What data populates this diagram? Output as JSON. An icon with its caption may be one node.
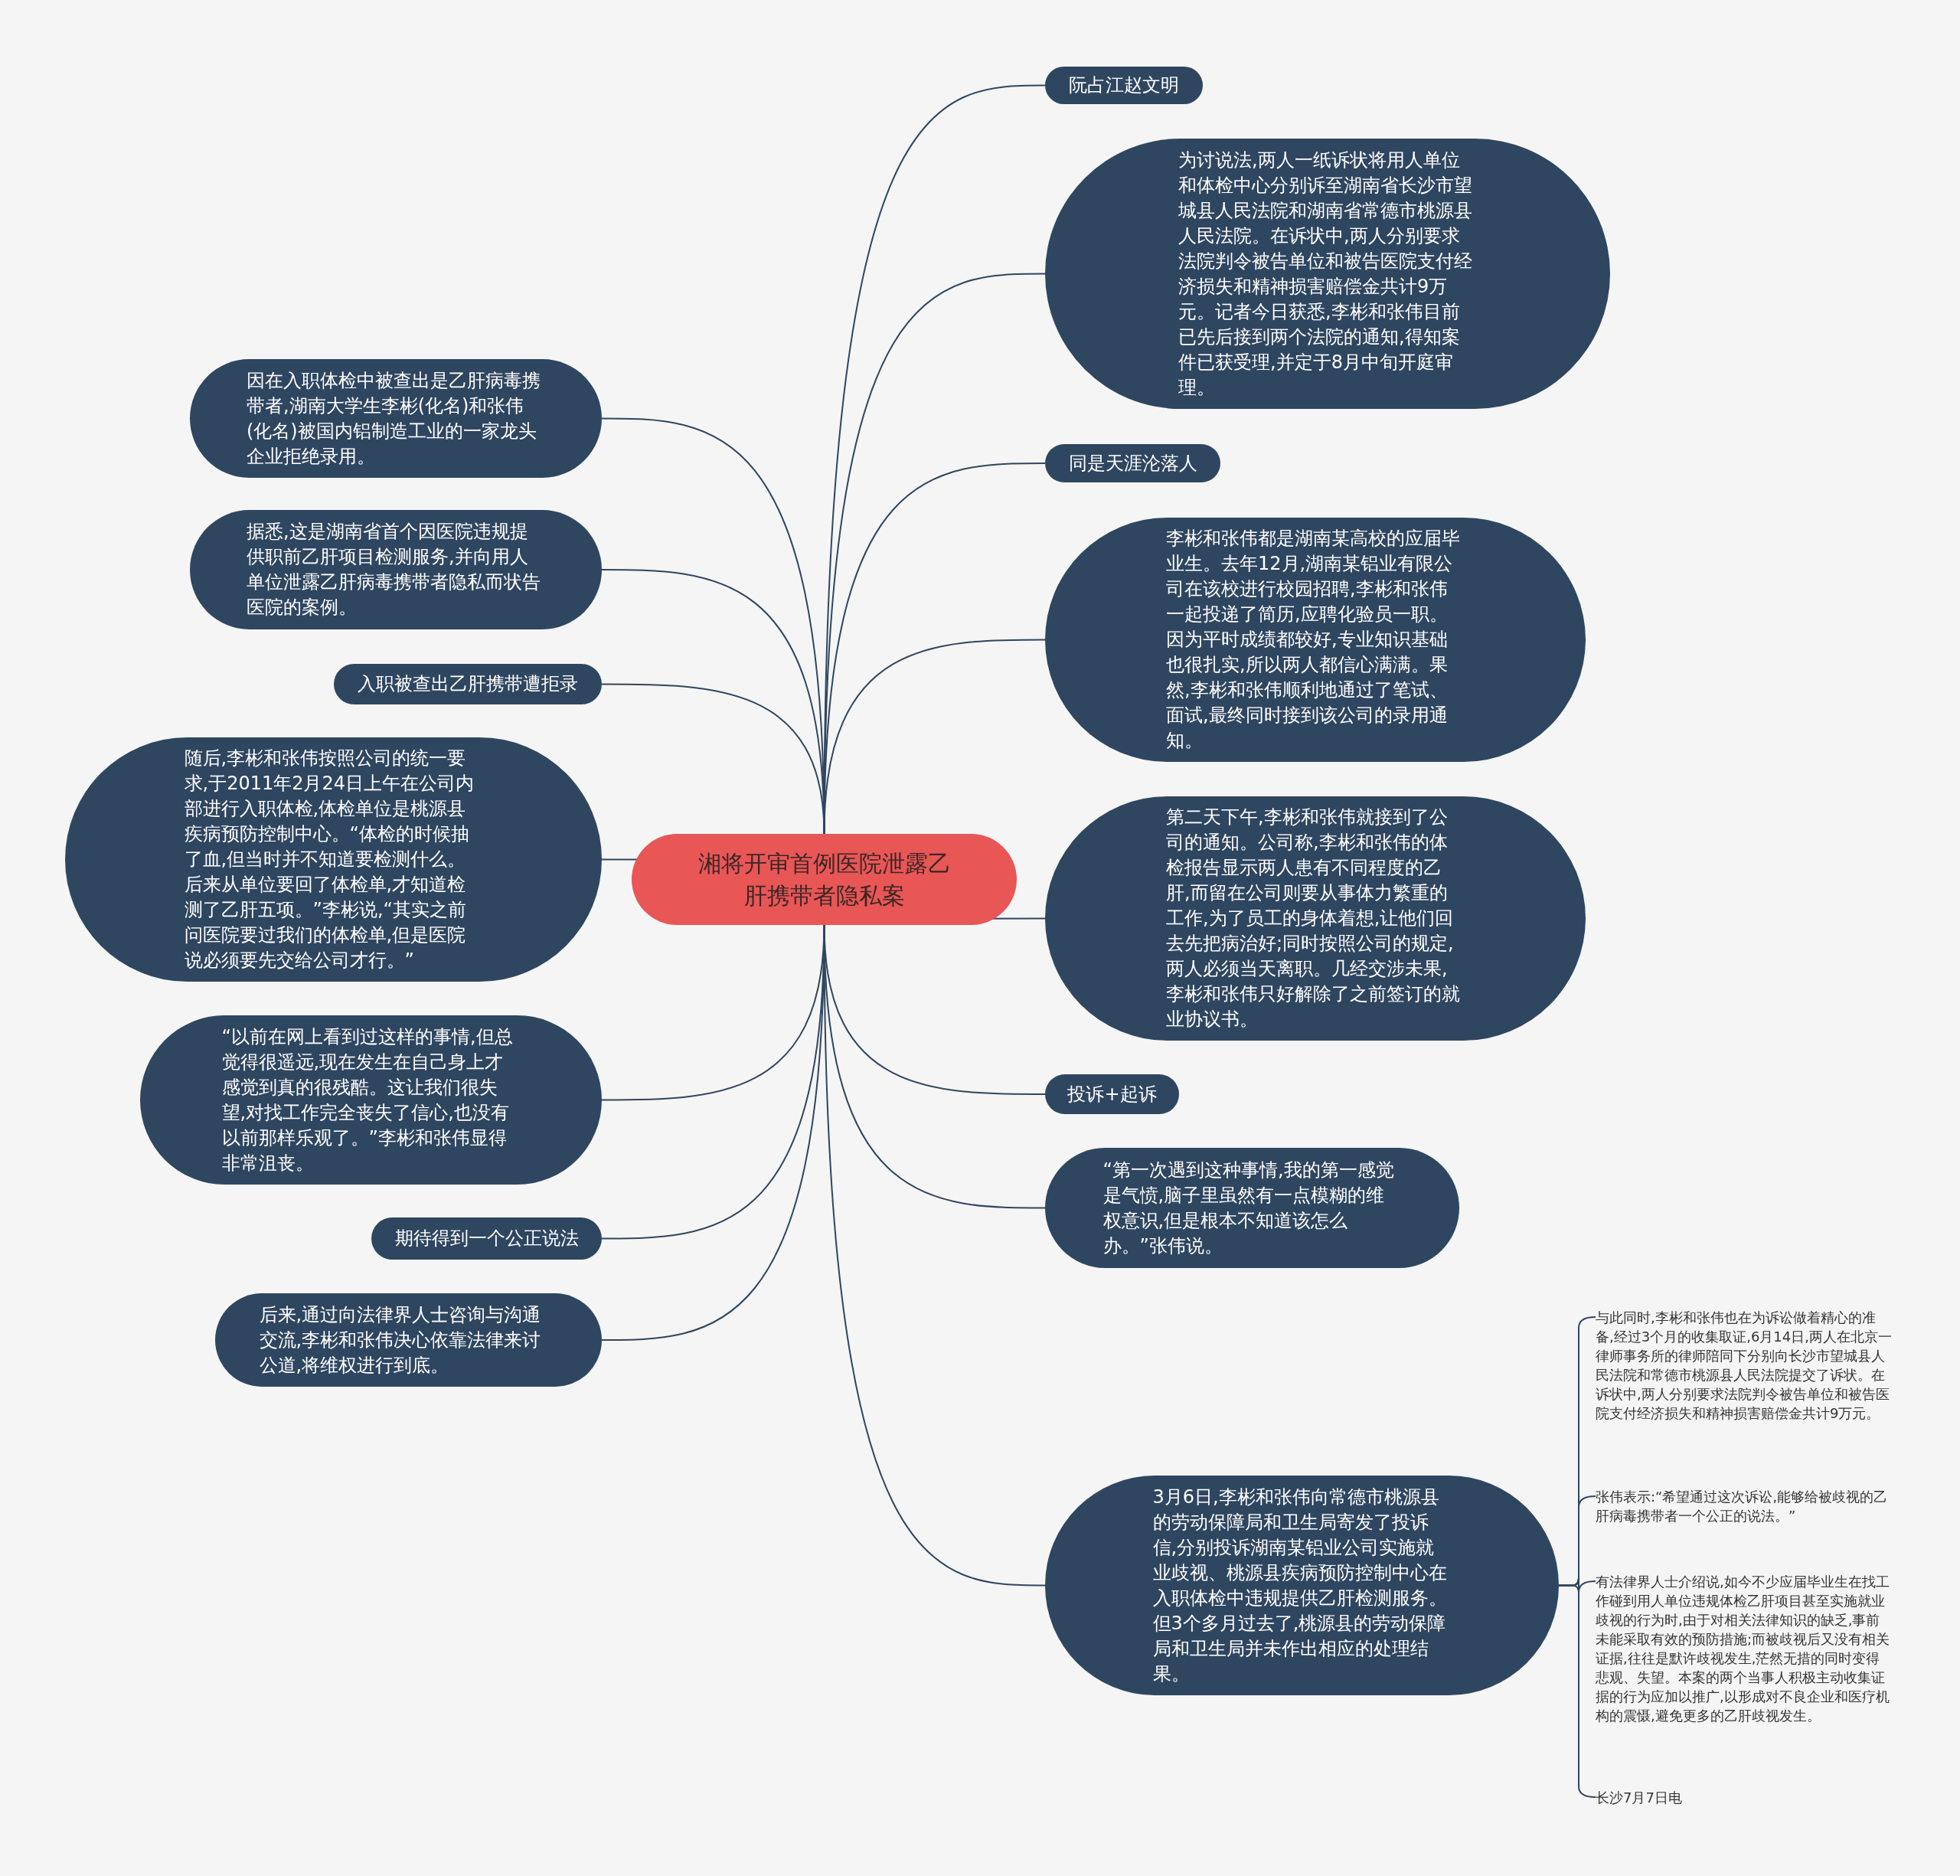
{
  "diagram": {
    "nodes": [
      {
        "text": [
          "湘将开审首例医院泄露乙肝携带者隐私案"
        ]
      },
      {
        "text": [
          "阮占江赵文明"
        ]
      },
      {
        "text": [
          "为讨说法,两人一纸诉状将用人单位和体检中心分别诉至湖南省长沙市望城县人民法院和湖南省常德市桃源县人民法院。在诉状中,两人分别要求法院判令被告单位和被告医院支付经济损失和精神损害赔偿金共计9万元。记者今日获悉,李彬和张伟目前已先后接到两个法院的通知,得知案件已获受理,并定于8月中旬开庭审理。"
        ]
      },
      {
        "text": [
          "同是天涯沦落人"
        ]
      },
      {
        "text": [
          "李彬和张伟都是湖南某高校的应届毕业生。去年12月,湖南某铝业有限公司在该校进行校园招聘,李彬和张伟一起投递了简历,应聘化验员一职。因为平时成绩都较好,专业知识基础也很扎实,所以两人都信心满满。果然,李彬和张伟顺利地通过了笔试、面试,最终同时接到该公司的录用通知。"
        ]
      },
      {
        "text": [
          "第二天下午,李彬和张伟就接到了公司的通知。公司称,李彬和张伟的体检报告显示两人患有不同程度的乙肝,而留在公司则要从事体力繁重的工作,为了员工的身体着想,让他们回去先把病治好;同时按照公司的规定,两人必须当天离职。几经交涉未果,李彬和张伟只好解除了之前签订的就业协议书。"
        ]
      },
      {
        "text": [
          "投诉+起诉"
        ]
      },
      {
        "text": [
          "“第一次遇到这种事情,我的第一感觉是气愤,脑子里虽然有一点模糊的维权意识,但是根本不知道该怎么办。”张伟说。"
        ]
      },
      {
        "text": [
          "3月6日,李彬和张伟向常德市桃源县的劳动保障局和卫生局寄发了投诉信,分别投诉湖南某铝业公司实施就业歧视、桃源县疾病预防控制中心在入职体检中违规提供乙肝检测服务。但3个多月过去了,桃源县的劳动保障局和卫生局并未作出相应的处理结果。"
        ]
      },
      {
        "text": [
          "与此同时,李彬和张伟也在为诉讼做着精心的准备,经过3个月的收集取证,6月14日,两人在北京一律师事务所的律师陪同下分别向长沙市望城县人民法院和常德市桃源县人民法院提交了诉状。在诉状中,两人分别要求法院判令被告单位和被告医院支付经济损失和精神损害赔偿金共计9万元。"
        ]
      },
      {
        "text": [
          "张伟表示:“希望通过这次诉讼,能够给被歧视的乙肝病毒携带者一个公正的说法。”"
        ]
      },
      {
        "text": [
          "有法律界人士介绍说,如今不少应届毕业生在找工作碰到用人单位违规体检乙肝项目甚至实施就业歧视的行为时,由于对相关法律知识的缺乏,事前未能采取有效的预防措施;而被歧视后又没有相关证据,往往是默许歧视发生,茫然无措的同时变得悲观、失望。本案的两个当事人积极主动收集证据的行为应加以推广,以形成对不良企业和医疗机构的震慑,避免更多的乙肝歧视发生。"
        ]
      },
      {
        "text": [
          "长沙7月7日电"
        ]
      },
      {
        "text": [
          "因在入职体检中被查出是乙肝病毒携带者,湖南大学生李彬(化名)和张伟(化名)被国内铝制造工业的一家龙头企业拒绝录用。"
        ]
      },
      {
        "text": [
          "据悉,这是湖南省首个因医院违规提供职前乙肝项目检测服务,并向用人单位泄露乙肝病毒携带者隐私而状告医院的案例。"
        ]
      },
      {
        "text": [
          "入职被查出乙肝携带遭拒录"
        ]
      },
      {
        "text": [
          "随后,李彬和张伟按照公司的统一要求,于2011年2月24日上午在公司内部进行入职体检,体检单位是桃源县疾病预防控制中心。“体检的时候抽了血,但当时并不知道要检测什么。后来从单位要回了体检单,才知道检测了乙肝五项。”李彬说,“其实之前问医院要过我们的体检单,但是医院说必须要先交给公司才行。”"
        ]
      },
      {
        "text": [
          "“以前在网上看到过这样的事情,但总觉得很遥远,现在发生在自己身上才感觉到真的很残酷。这让我们很失望,对找工作完全丧失了信心,也没有以前那样乐观了。”李彬和张伟显得非常沮丧。"
        ]
      },
      {
        "text": [
          "期待得到一个公正说法"
        ]
      },
      {
        "text": [
          "后来,通过向法律界人士咨询与沟通交流,李彬和张伟决心依靠法律来讨公道,将维权进行到底。"
        ]
      }
    ],
    "edges": [
      {
        "from": 0,
        "to": 1,
        "arrow": "none"
      },
      {
        "from": 0,
        "to": 2,
        "arrow": "none"
      },
      {
        "from": 0,
        "to": 3,
        "arrow": "none"
      },
      {
        "from": 0,
        "to": 4,
        "arrow": "none"
      },
      {
        "from": 0,
        "to": 5,
        "arrow": "none"
      },
      {
        "from": 0,
        "to": 6,
        "arrow": "none"
      },
      {
        "from": 0,
        "to": 7,
        "arrow": "none"
      },
      {
        "from": 0,
        "to": 8,
        "arrow": "none"
      },
      {
        "from": 8,
        "to": 9,
        "arrow": "none"
      },
      {
        "from": 8,
        "to": 10,
        "arrow": "none"
      },
      {
        "from": 8,
        "to": 11,
        "arrow": "none"
      },
      {
        "from": 8,
        "to": 12,
        "arrow": "none"
      },
      {
        "from": 0,
        "to": 13,
        "arrow": "none"
      },
      {
        "from": 0,
        "to": 14,
        "arrow": "none"
      },
      {
        "from": 0,
        "to": 15,
        "arrow": "none"
      },
      {
        "from": 0,
        "to": 16,
        "arrow": "none"
      },
      {
        "from": 0,
        "to": 17,
        "arrow": "none"
      },
      {
        "from": 0,
        "to": 18,
        "arrow": "none"
      },
      {
        "from": 0,
        "to": 19,
        "arrow": "none"
      }
    ]
  }
}
